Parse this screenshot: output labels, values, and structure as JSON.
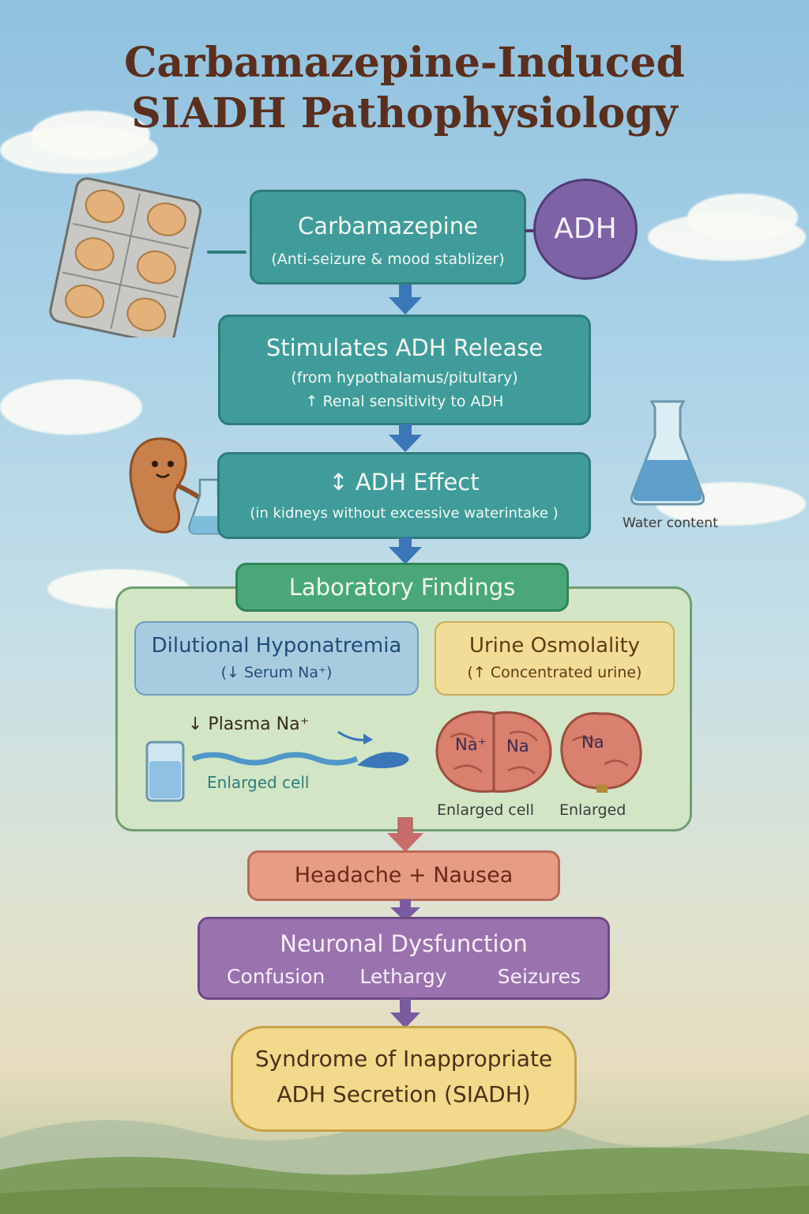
{
  "title": {
    "line1": "Carbamazepine-Induced",
    "line2": "SIADH Pathophysiology"
  },
  "adh_badge": "ADH",
  "steps": {
    "carbamazepine": {
      "title": "Carbamazepine",
      "sub": "(Anti-seizure & mood stablizer)"
    },
    "stimulates": {
      "title": "Stimulates ADH Release",
      "sub1": "(from hypothalamus/pitultary)",
      "sub2": "↑ Renal sensitivity to ADH"
    },
    "effect": {
      "title": "↕ ADH Effect",
      "sub": "(in kidneys without excessive waterintake )"
    }
  },
  "water_label": "Water content",
  "lab": {
    "header": "Laboratory Findings",
    "hypo": {
      "title": "Dilutional Hyponatremia",
      "sub": "(↓ Serum Na⁺)"
    },
    "urine": {
      "title": "Urine Osmolality",
      "sub": "(↑ Concentrated urine)"
    },
    "plasma": "↓ Plasma Na⁺",
    "enlarged_cell_left": "Enlarged cell",
    "brain_na_1": "Na⁺",
    "brain_na_2": "Na",
    "brain_na_3": "Na",
    "enlarged_cell_right": "Enlarged cell",
    "enlarged": "Enlarged"
  },
  "headache": "Headache + Nausea",
  "neuronal": {
    "title": "Neuronal Dysfunction",
    "items": [
      "Confusion",
      "Lethargy",
      "Seizures"
    ]
  },
  "siadh": {
    "line1": "Syndrome of Inappropriate",
    "line2": "ADH Secretion (SIADH)"
  },
  "colors": {
    "teal": "#3f9c9b",
    "green": "#4aa878",
    "blue_box": "#a9cbe0",
    "yellow_box": "#f2dd98",
    "salmon": "#e79c84",
    "purple": "#9a72ae",
    "siadh": "#f2d98b",
    "arrow_blue": "#3a76b8"
  }
}
